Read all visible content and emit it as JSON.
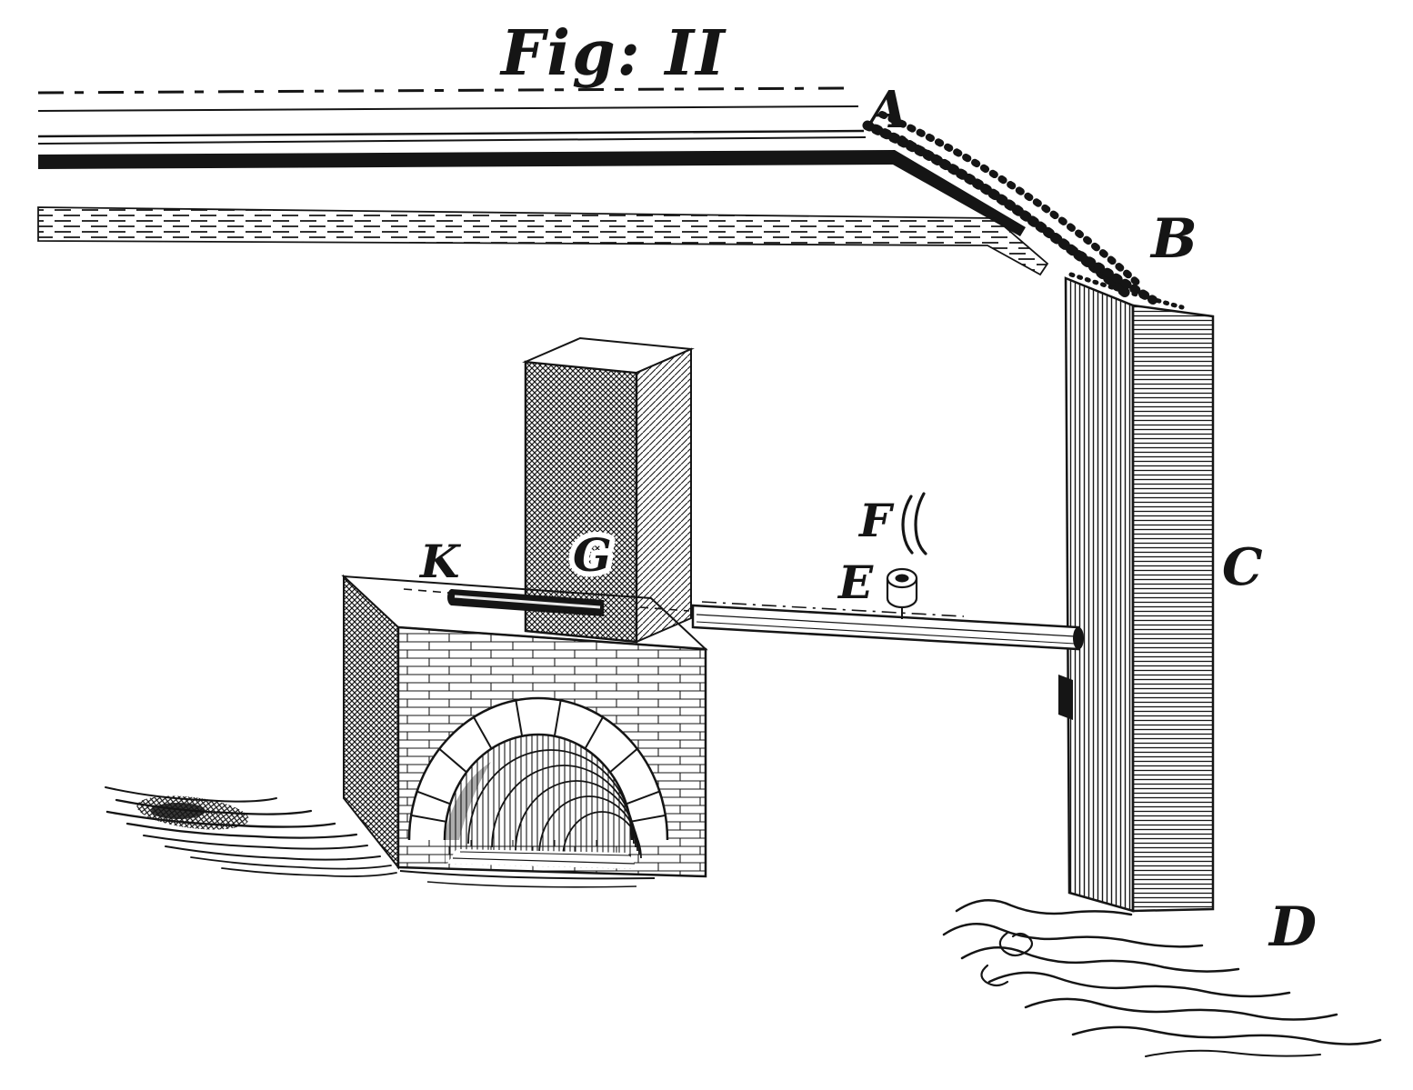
{
  "figure": {
    "title": "Fig: II",
    "labels": {
      "a": "A",
      "b": "B",
      "c": "C",
      "d": "D",
      "e": "E",
      "f": "F",
      "g": "G",
      "k": "K"
    },
    "colors": {
      "ink": "#151515",
      "paper": "#ffffff"
    }
  }
}
